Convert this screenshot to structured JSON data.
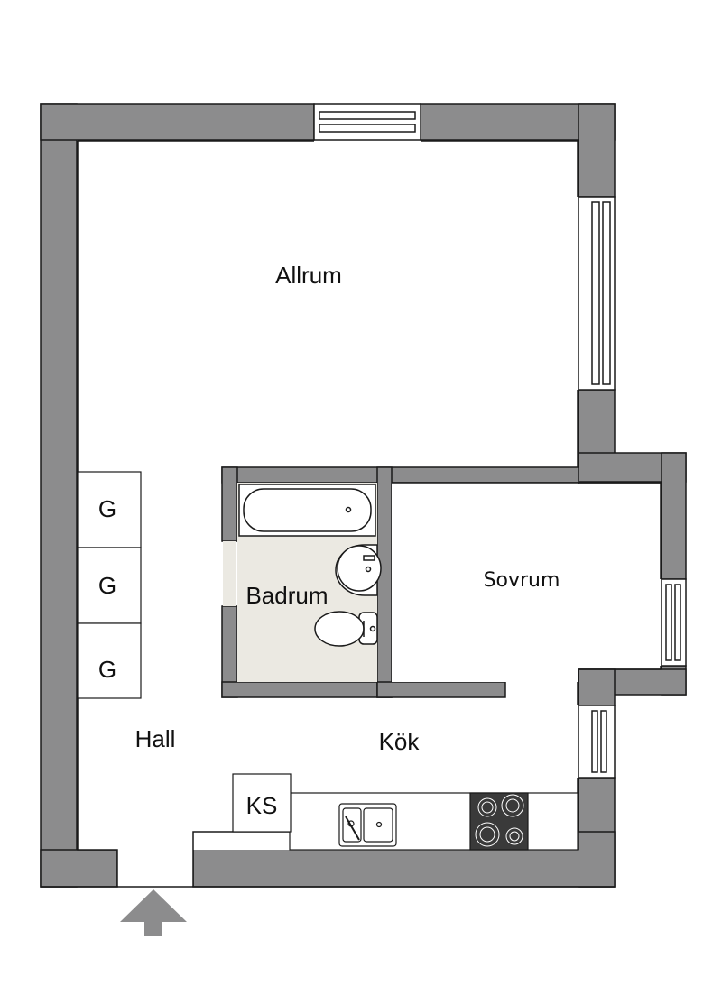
{
  "rooms": {
    "allrum": "Allrum",
    "badrum": "Badrum",
    "sovrum": "Sovrum",
    "hall": "Hall",
    "kok": "Kök"
  },
  "fixtures": {
    "wardrobe_1": "G",
    "wardrobe_2": "G",
    "wardrobe_3": "G",
    "ks": "KS"
  },
  "colors": {
    "wall": "#8c8c8d",
    "wall_stroke": "#1a1a1a",
    "floor": "#ffffff",
    "bathroom_floor": "#ebe9e2",
    "entrance_arrow": "#8c8c8d",
    "stove": "#3a3a3a"
  }
}
